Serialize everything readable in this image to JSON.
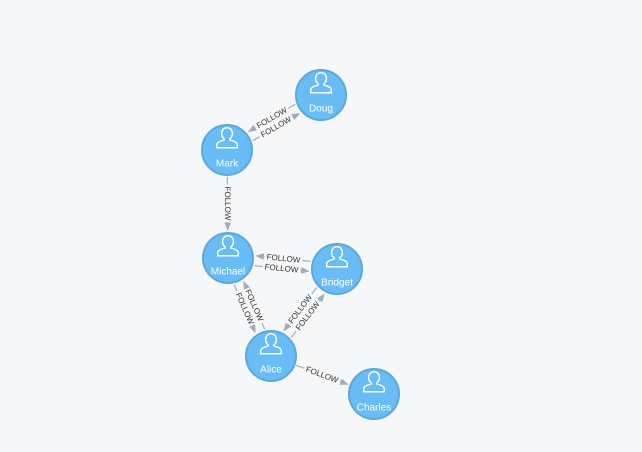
{
  "graph": {
    "nodes": [
      {
        "id": "doug",
        "label": "Doug"
      },
      {
        "id": "mark",
        "label": "Mark"
      },
      {
        "id": "michael",
        "label": "Michael"
      },
      {
        "id": "bridget",
        "label": "Bridget"
      },
      {
        "id": "alice",
        "label": "Alice"
      },
      {
        "id": "charles",
        "label": "Charles"
      }
    ],
    "relationships": [
      {
        "from": "doug",
        "to": "mark",
        "label": "FOLLOW"
      },
      {
        "from": "mark",
        "to": "doug",
        "label": "FOLLOW"
      },
      {
        "from": "mark",
        "to": "michael",
        "label": "FOLLOW"
      },
      {
        "from": "bridget",
        "to": "michael",
        "label": "FOLLOW"
      },
      {
        "from": "michael",
        "to": "bridget",
        "label": "FOLLOW"
      },
      {
        "from": "michael",
        "to": "alice",
        "label": "FOLLOW"
      },
      {
        "from": "alice",
        "to": "michael",
        "label": "FOLLOW"
      },
      {
        "from": "bridget",
        "to": "alice",
        "label": "FOLLOW"
      },
      {
        "from": "alice",
        "to": "bridget",
        "label": "FOLLOW"
      },
      {
        "from": "alice",
        "to": "charles",
        "label": "FOLLOW"
      }
    ]
  },
  "style": {
    "node_fill": "#68bdf6",
    "node_stroke": "#5ca8db",
    "edge_color": "#a5abb6",
    "label_color": "#333333",
    "background": "#f6f7f9",
    "node_icon": "person-icon"
  }
}
